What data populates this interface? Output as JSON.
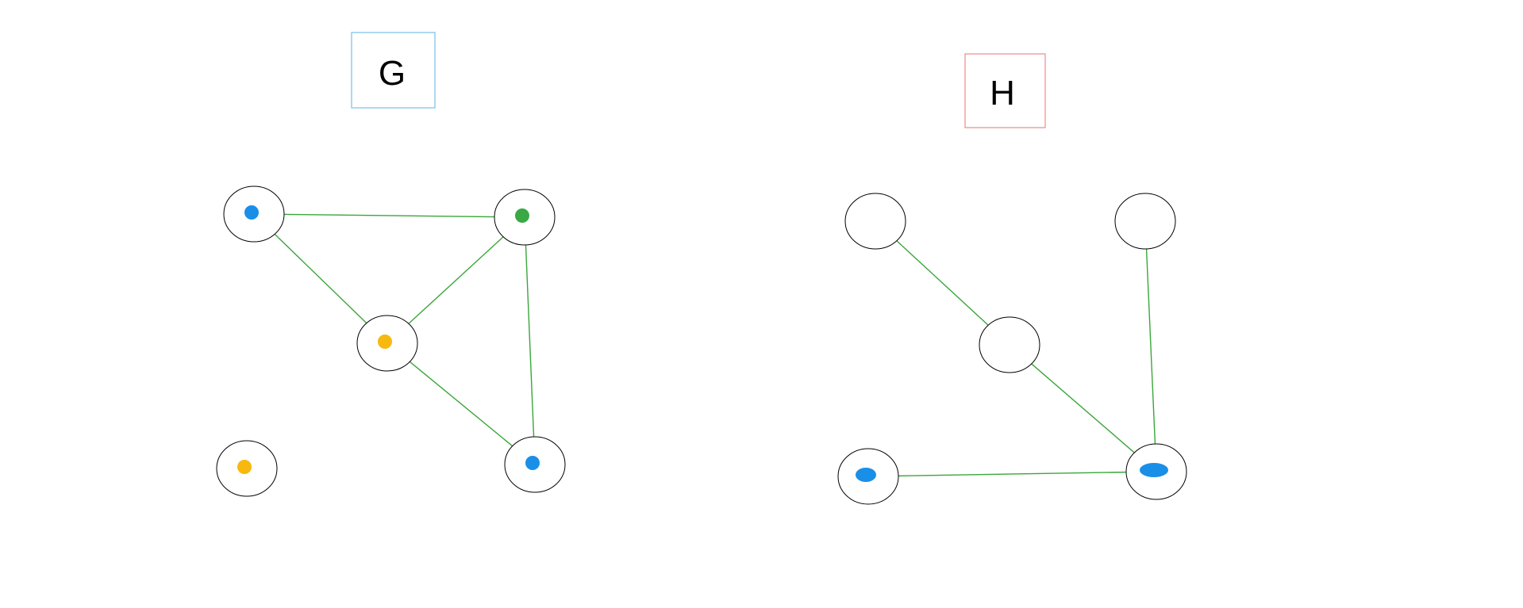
{
  "colors": {
    "edge": "#3aa63a",
    "node_stroke": "#000000",
    "blue": "#1a8fe8",
    "green": "#3aa845",
    "yellow": "#f7b90f",
    "g_box": "#79bde6",
    "h_box": "#ee8a8a"
  },
  "graphs": [
    {
      "id": "g",
      "label": "G",
      "box_color": "g_box",
      "nodes": [
        {
          "id": "g1",
          "mark": "blue"
        },
        {
          "id": "g2",
          "mark": "green"
        },
        {
          "id": "g3",
          "mark": "yellow"
        },
        {
          "id": "g4",
          "mark": "yellow"
        },
        {
          "id": "g5",
          "mark": "blue"
        }
      ],
      "edges": [
        [
          "g1",
          "g2"
        ],
        [
          "g1",
          "g3"
        ],
        [
          "g2",
          "g3"
        ],
        [
          "g2",
          "g5"
        ],
        [
          "g3",
          "g5"
        ]
      ]
    },
    {
      "id": "h",
      "label": "H",
      "box_color": "h_box",
      "nodes": [
        {
          "id": "h1",
          "mark": ""
        },
        {
          "id": "h2",
          "mark": ""
        },
        {
          "id": "h3",
          "mark": ""
        },
        {
          "id": "h4",
          "mark": "blue"
        },
        {
          "id": "h5",
          "mark": "blue"
        }
      ],
      "edges": [
        [
          "h1",
          "h3"
        ],
        [
          "h2",
          "h5"
        ],
        [
          "h3",
          "h5"
        ],
        [
          "h4",
          "h5"
        ]
      ]
    }
  ]
}
